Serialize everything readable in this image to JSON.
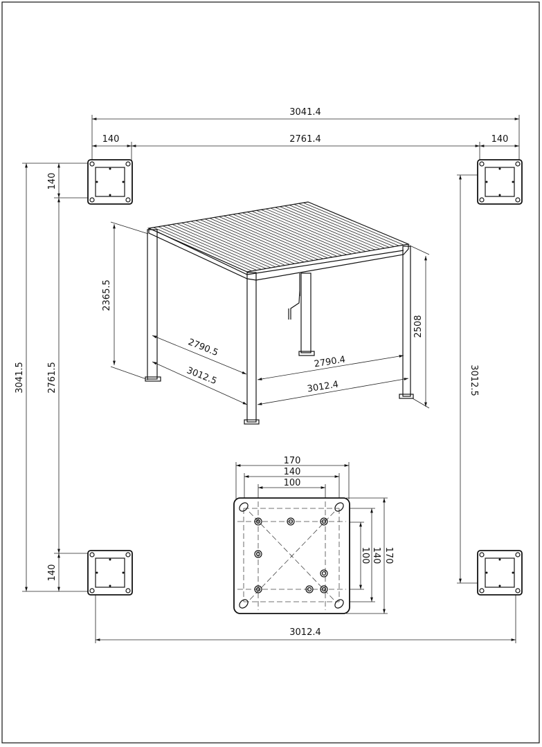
{
  "dimensions": {
    "overall_width_top": "3041.4",
    "plate_width_left": "140",
    "inner_width_top": "2761.4",
    "plate_width_right": "140",
    "overall_depth_left": "3041.5",
    "inner_depth_left": "2761.5",
    "plate_depth_top": "140",
    "plate_depth_bottom": "140",
    "post_span_right": "3012.5",
    "post_span_bottom": "3012.4"
  },
  "pergola": {
    "clear_height": "2365.5",
    "total_height": "2508",
    "side_inner": "2790.5",
    "side_outer": "3012.5",
    "front_inner": "2790.4",
    "front_outer": "3012.4"
  },
  "base_plate": {
    "width_outer": "170",
    "width_mid": "140",
    "width_inner": "100",
    "height_outer": "170",
    "height_mid": "140",
    "height_inner": "100"
  }
}
